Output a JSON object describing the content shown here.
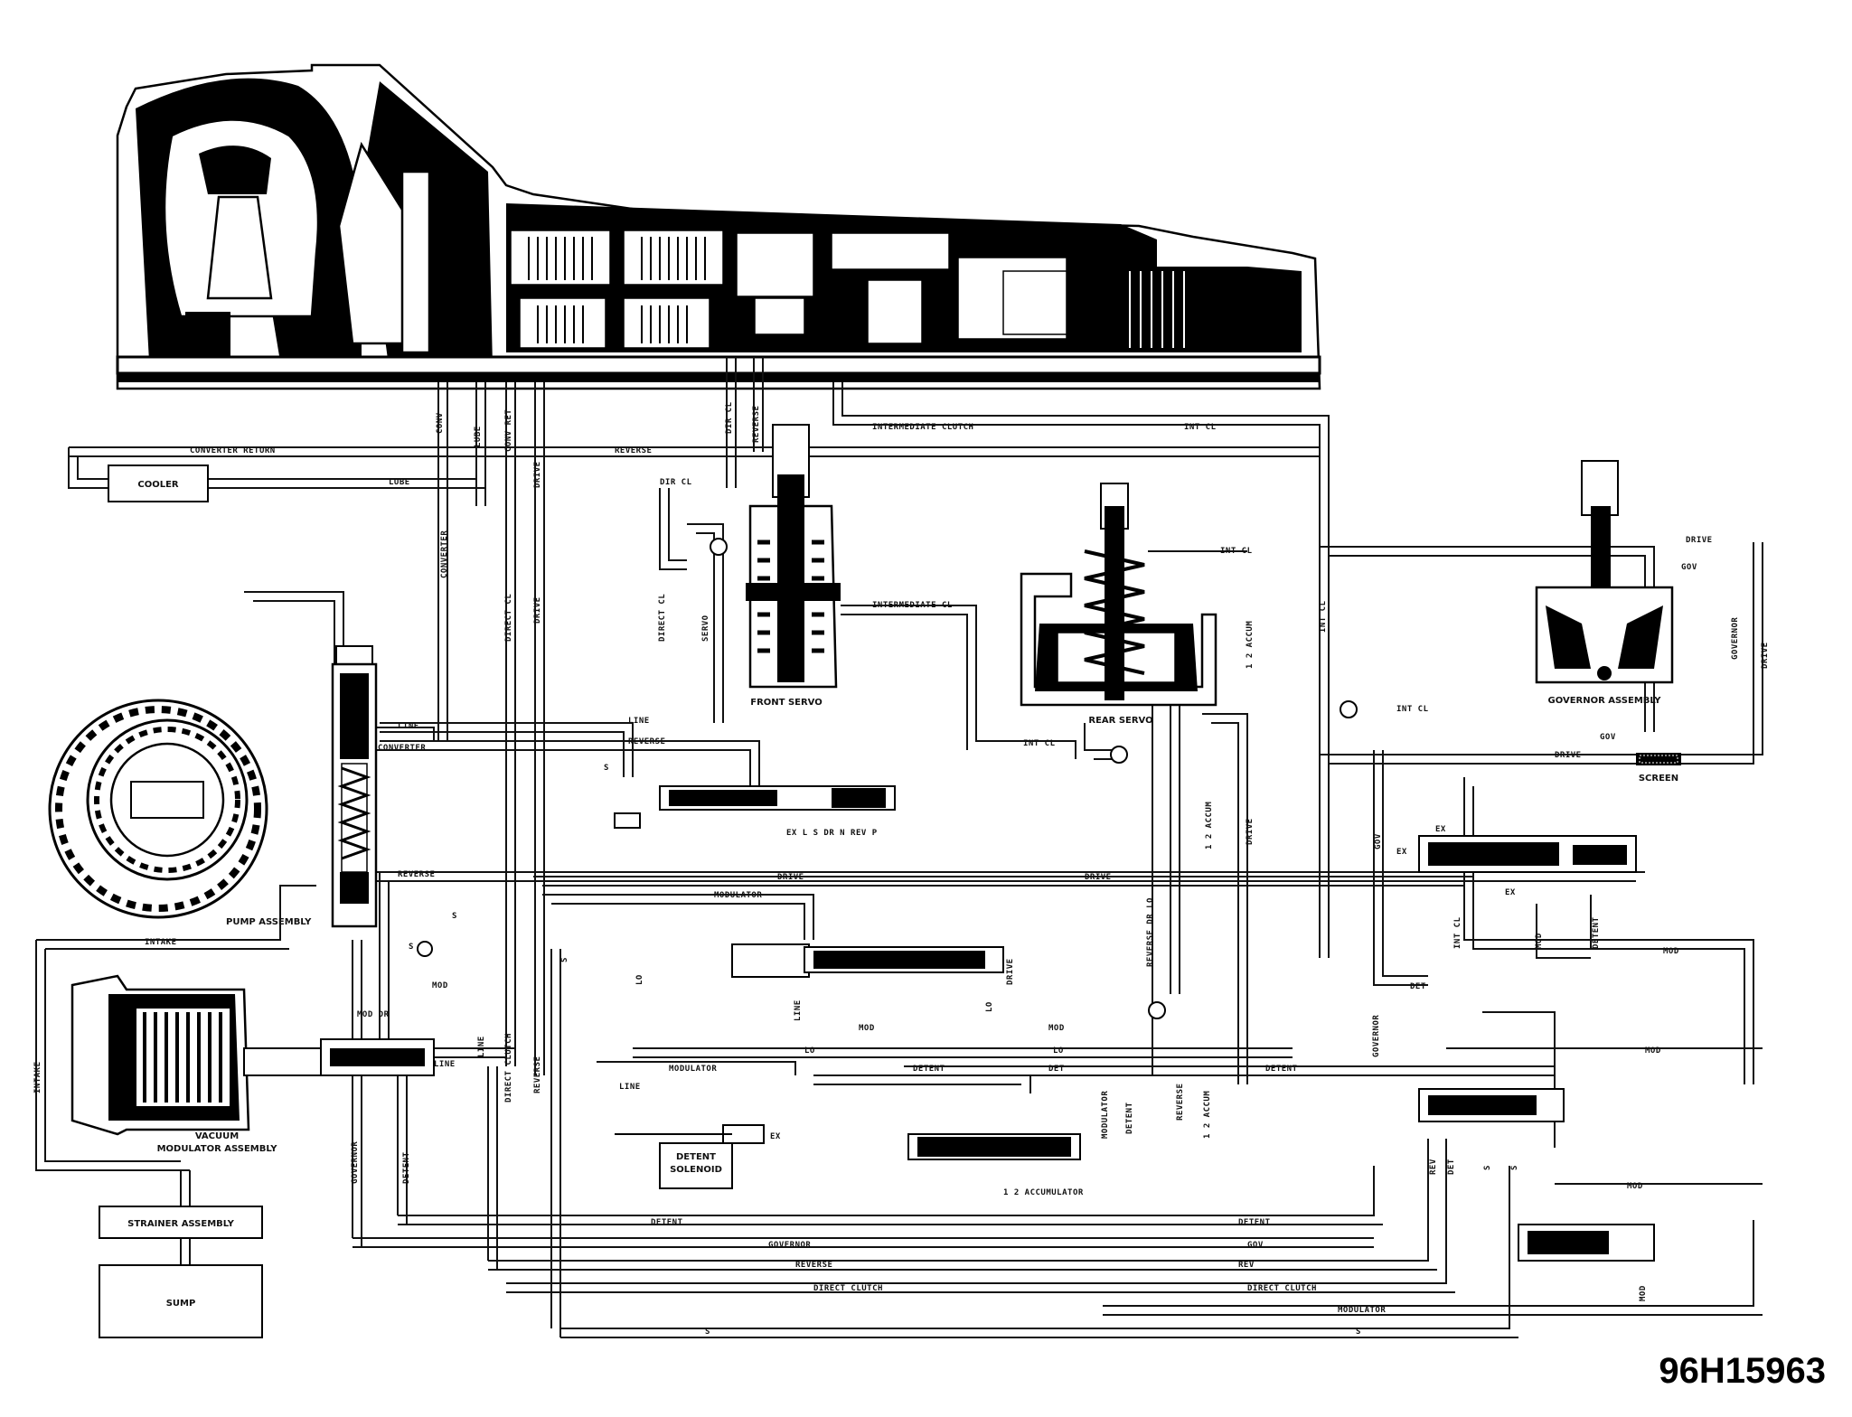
{
  "figure_id": "96H15963",
  "components": {
    "cooler": "COOLER",
    "pump_assembly": "PUMP ASSEMBLY",
    "vacuum_modulator_line1": "VACUUM",
    "vacuum_modulator_line2": "MODULATOR ASSEMBLY",
    "strainer_assembly": "STRAINER ASSEMBLY",
    "sump": "SUMP",
    "front_servo": "FRONT SERVO",
    "rear_servo": "REAR SERVO",
    "governor_assembly": "GOVERNOR ASSEMBLY",
    "screen": "SCREEN",
    "detent_solenoid_line1": "DETENT",
    "detent_solenoid_line2": "SOLENOID"
  },
  "lines": {
    "converter_return": "CONVERTER RETURN",
    "lube": "LUBE",
    "reverse": "REVERSE",
    "intermediate_clutch": "INTERMEDIATE CLUTCH",
    "int_cl": "INT CL",
    "dir_cl": "DIR CL",
    "conv": "CONV",
    "conv_ret": "CONV RET",
    "drive": "DRIVE",
    "converter": "CONVERTER",
    "direct_cl": "DIRECT CL",
    "servo": "SERVO",
    "intermediate_cl": "INTERMEDIATE CL",
    "accum_12": "1 2 ACCUM",
    "line": "LINE",
    "gov": "GOV",
    "governor": "GOVERNOR",
    "intake": "INTAKE",
    "mod": "MOD",
    "mod_dr": "MOD DR",
    "s": "S",
    "modulator": "MODULATOR",
    "lo": "LO",
    "reverse_dr_lo": "REVERSE DR LO",
    "detent": "DETENT",
    "det": "DET",
    "direct_clutch": "DIRECT CLUTCH",
    "accumulator_12": "1 2 ACCUMULATOR",
    "rev": "REV",
    "ex": "EX",
    "valve_positions": "EX    L  S  DR  N  REV    P"
  }
}
